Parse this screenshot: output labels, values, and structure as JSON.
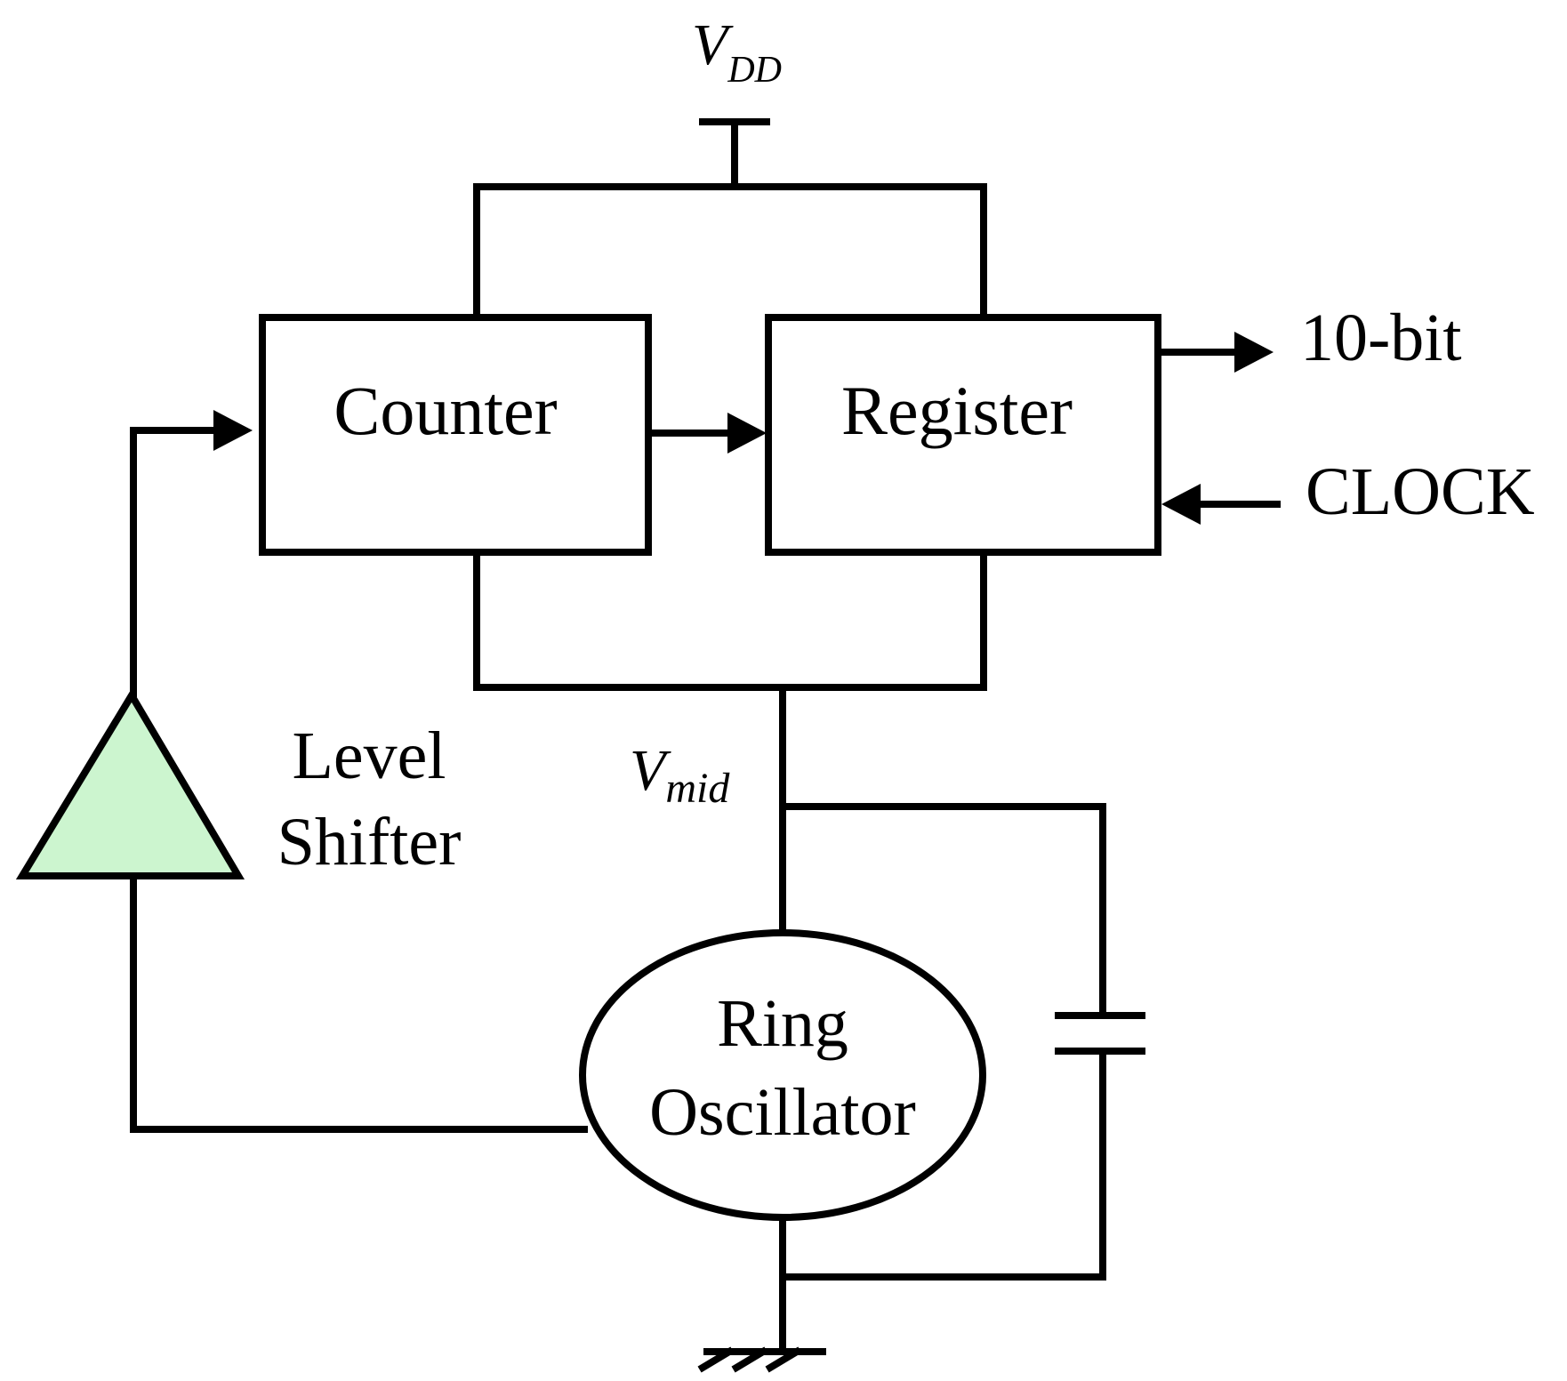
{
  "diagram": {
    "vdd": {
      "main": "V",
      "sub": "DD"
    },
    "vmid": {
      "main": "V",
      "sub": "mid"
    },
    "counter_label": "Counter",
    "register_label": "Register",
    "output_label": "10-bit",
    "clock_label": "CLOCK",
    "level_shifter": {
      "line1": "Level",
      "line2": "Shifter"
    },
    "ring_oscillator": {
      "line1": "Ring",
      "line2": "Oscillator"
    },
    "colors": {
      "stroke": "#000000",
      "level_shifter_fill": "#ccf5cf",
      "background": "#ffffff"
    }
  }
}
